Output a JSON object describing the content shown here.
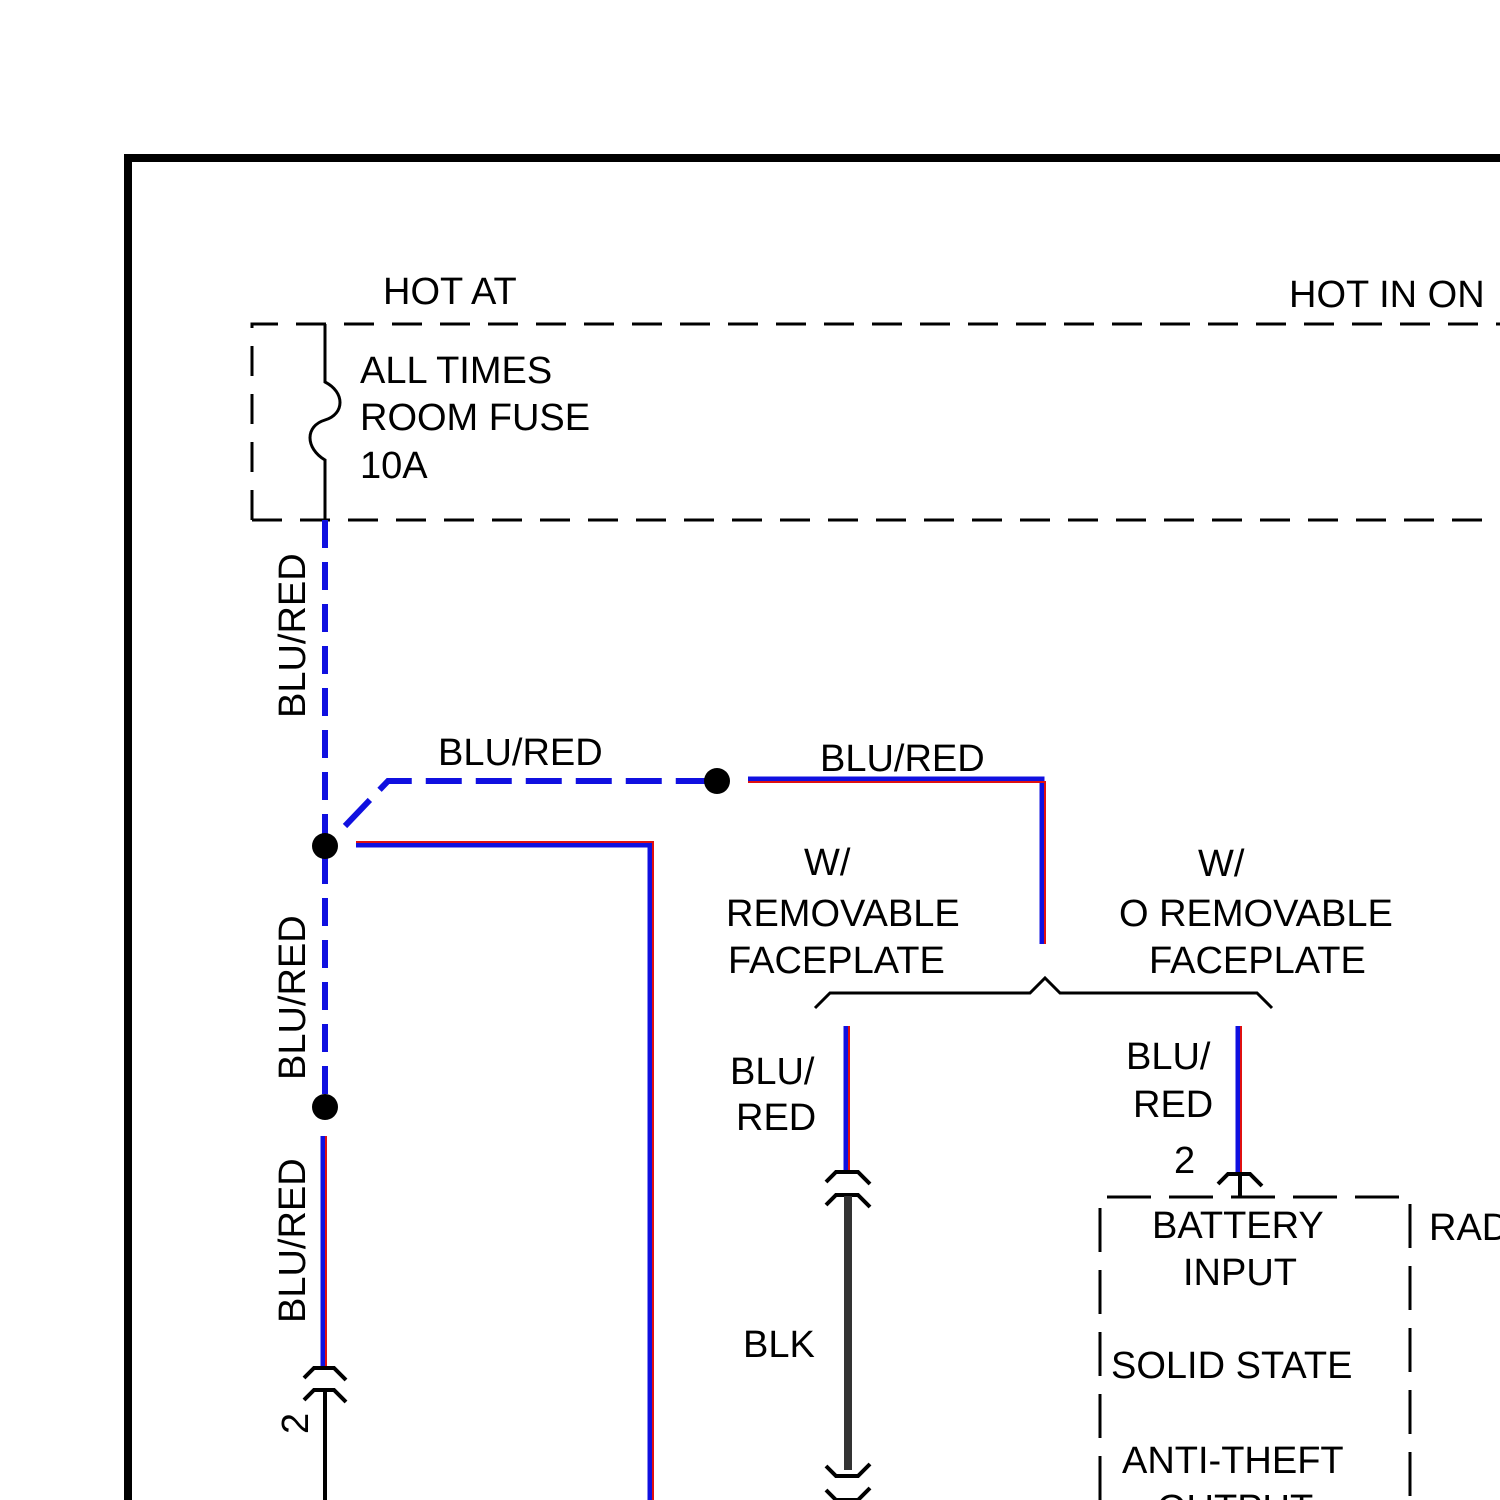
{
  "labels": {
    "hot_at": "HOT AT",
    "hot_in_on": "HOT IN ON",
    "all_times": "ALL TIMES",
    "room_fuse": "ROOM FUSE",
    "fuse_rating": "10A",
    "wire_blu_red": "BLU/RED",
    "blu_slash": "BLU/",
    "red": "RED",
    "blk": "BLK",
    "pin_2": "2",
    "w_slash": "W/",
    "removable": "REMOVABLE",
    "o_removable": "O REMOVABLE",
    "faceplate": "FACEPLATE",
    "battery": "BATTERY",
    "input": "INPUT",
    "solid_state": "SOLID STATE",
    "anti_theft": "ANTI-THEFT",
    "output": "OUTPUT",
    "rad_partial": "RAD"
  },
  "colors": {
    "wire_blue": "#1010e0",
    "wire_red": "#e01010",
    "ground_black": "#333333",
    "frame": "#000000"
  }
}
